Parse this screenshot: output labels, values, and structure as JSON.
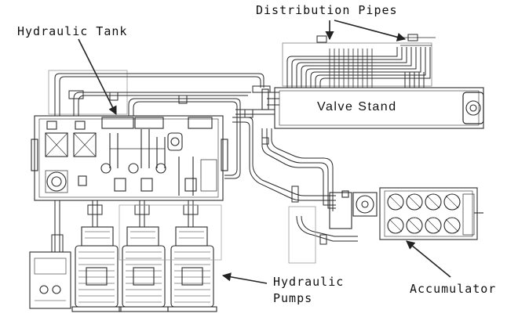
{
  "labels": {
    "distribution_pipes": "Distribution Pipes",
    "hydraulic_tank": "Hydraulic Tank",
    "valve_stand": "Valve Stand",
    "hydraulic_pumps_line1": "Hydraulic",
    "hydraulic_pumps_line2": "Pumps",
    "accumulator": "Accumulator"
  },
  "colors": {
    "line": "#2a2a2a",
    "light_line": "#9a9a9a",
    "background": "#ffffff"
  }
}
